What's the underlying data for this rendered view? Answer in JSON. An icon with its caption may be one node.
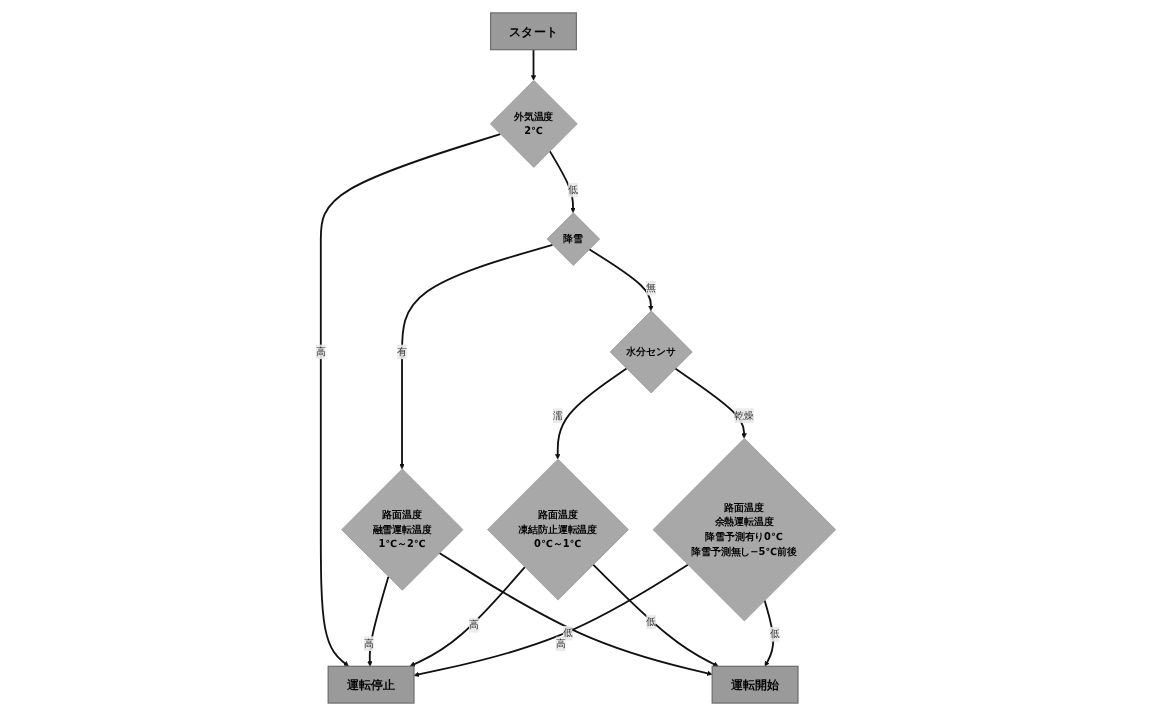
{
  "diagram": {
    "nodes": [
      {
        "text": [
          "スタート"
        ]
      },
      {
        "text": [
          "外気温度",
          "2℃"
        ]
      },
      {
        "text": [
          "降雪"
        ]
      },
      {
        "text": [
          "水分センサ"
        ]
      },
      {
        "text": [
          "路面温度",
          "余熱運転温度",
          "降雪予測有り0℃",
          "降雪予測無し−5℃前後"
        ]
      },
      {
        "text": [
          "路面温度",
          "融雪運転温度",
          "1℃～2℃"
        ]
      },
      {
        "text": [
          "路面温度",
          "凍結防止運転温度",
          "0℃～1℃"
        ]
      },
      {
        "text": [
          "運転停止"
        ]
      },
      {
        "text": [
          "運転開始"
        ]
      }
    ],
    "edges": [
      {
        "from": 0,
        "to": 1,
        "arrow": "to"
      },
      {
        "from": 1,
        "to": 7,
        "arrow": "to",
        "label": "高"
      },
      {
        "from": 1,
        "to": 2,
        "arrow": "to",
        "label": "低"
      },
      {
        "from": 2,
        "to": 5,
        "arrow": "to",
        "label": "有"
      },
      {
        "from": 5,
        "to": 7,
        "arrow": "to",
        "label": "高"
      },
      {
        "from": 5,
        "to": 8,
        "arrow": "to",
        "label": "低"
      },
      {
        "from": 2,
        "to": 3,
        "arrow": "to",
        "label": "無"
      },
      {
        "from": 3,
        "to": 6,
        "arrow": "to",
        "label": "濡"
      },
      {
        "from": 6,
        "to": 8,
        "arrow": "to",
        "label": "低"
      },
      {
        "from": 3,
        "to": 4,
        "arrow": "to",
        "label": "乾燥"
      },
      {
        "from": 6,
        "to": 7,
        "arrow": "to",
        "label": "高"
      },
      {
        "from": 4,
        "to": 8,
        "arrow": "to",
        "label": "低"
      },
      {
        "from": 4,
        "to": 7,
        "arrow": "to",
        "label": "高"
      }
    ]
  }
}
